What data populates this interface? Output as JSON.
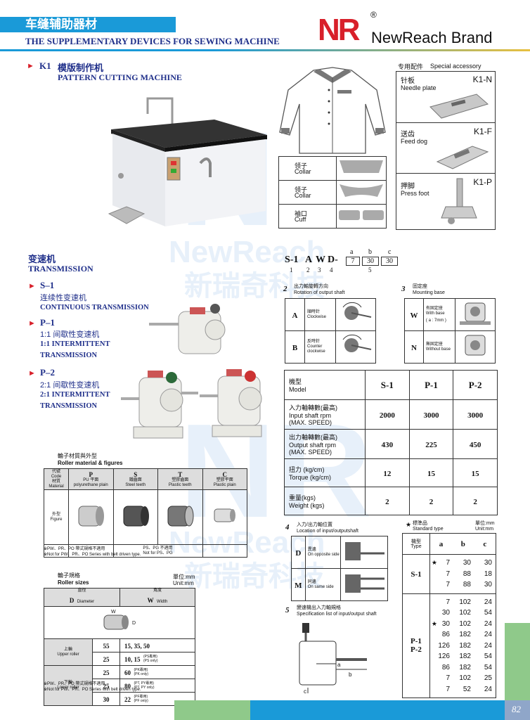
{
  "header": {
    "category_cn": "车缝辅助器材",
    "category_en": "THE SUPPLEMENTARY DEVICES FOR SEWING MACHINE",
    "brand_logo": "NR",
    "registered": "®",
    "brand_name": "NewReach Brand"
  },
  "k1": {
    "code": "K1",
    "title_cn": "模版制作机",
    "title_en": "PATTERN CUTTING MACHINE"
  },
  "samples": [
    {
      "cn": "领子",
      "en": "Collar"
    },
    {
      "cn": "领子",
      "en": "Collar"
    },
    {
      "cn": "袖口",
      "en": "Cuff"
    }
  ],
  "accessory": {
    "title_cn": "专用配件",
    "title_en": "Special accessory",
    "items": [
      {
        "cn": "针板",
        "en": "Needle plate",
        "code": "K1-N"
      },
      {
        "cn": "送齿",
        "en": "Feed dog",
        "code": "K1-F"
      },
      {
        "cn": "押脚",
        "en": "Press foot",
        "code": "K1-P"
      }
    ]
  },
  "transmission": {
    "title_cn": "变速机",
    "title_en": "TRANSMISSION",
    "items": [
      {
        "code": "S–1",
        "cn": "连续性变速机",
        "en": [
          "CONTINUOUS TRANSMISSION"
        ]
      },
      {
        "code": "P–1",
        "cn": "1:1 间歇性变速机",
        "en": [
          "1:1 INTERMITTENT",
          "TRANSMISSION"
        ]
      },
      {
        "code": "P–2",
        "cn": "2:1 间歇性变速机",
        "en": [
          "2:1 INTERMITTENT",
          "TRANSMISSION"
        ]
      }
    ]
  },
  "model_code": {
    "parts": [
      "S-1",
      "A",
      "W",
      "D-"
    ],
    "boxes": [
      "7",
      "30",
      "30"
    ],
    "box_letters": [
      "a",
      "b",
      "c"
    ],
    "numbers": [
      "1",
      "2",
      "3",
      "4",
      "5"
    ]
  },
  "rotation": {
    "num": "2",
    "title_cn": "出力軸旋轉方向",
    "title_en": "Rotation of output shaft",
    "rows": [
      {
        "code": "A",
        "cn": "順時針",
        "en": "Clockwise"
      },
      {
        "code": "B",
        "cn": "反時針",
        "en": "Counter clockwise"
      }
    ]
  },
  "mounting": {
    "num": "3",
    "title_cn": "固定座",
    "title_en": "Mounting base",
    "rows": [
      {
        "code": "W",
        "cn": "有固定座",
        "en": "With base",
        "note": "( a : 7mm )"
      },
      {
        "code": "N",
        "cn": "無固定座",
        "en": "Without base"
      }
    ]
  },
  "spec_table": {
    "headers": [
      "機型",
      "Model",
      "S-1",
      "P-1",
      "P-2"
    ],
    "rows": [
      {
        "label": [
          "入力軸轉數(最高)",
          "Input shaft rpm",
          "(MAX. SPEED)"
        ],
        "values": [
          "2000",
          "3000",
          "3000"
        ]
      },
      {
        "label": [
          "出力軸轉數(最高)",
          "Output shaft rpm",
          "(MAX. SPEED)"
        ],
        "values": [
          "430",
          "225",
          "450"
        ]
      },
      {
        "label": [
          "扭力 (kg/cm)",
          "Torque (kg/cm)"
        ],
        "values": [
          "12",
          "15",
          "15"
        ]
      },
      {
        "label": [
          "重量(kgs)",
          "Weight (kgs)"
        ],
        "values": [
          "2",
          "2",
          "2"
        ]
      }
    ]
  },
  "roller_material": {
    "title_cn": "輪子材質與外型",
    "title_en": "Roller material & figures",
    "header_label": [
      "代號",
      "Code",
      "材質",
      "Material"
    ],
    "codes": [
      "P",
      "S",
      "T",
      "C"
    ],
    "materials_cn": [
      "PU 平面",
      "鐵齒面",
      "塑膠齒面",
      "塑膠平面"
    ],
    "materials_en": [
      "polyurethane plain",
      "Steel teeth",
      "Plastic teeth",
      "Plastic plain"
    ],
    "figure_label": [
      "外型",
      "Figure"
    ],
    "note_in": [
      "PS、PG 不適用",
      "Not for PS、PG"
    ],
    "notes": [
      "※PW、PR、PO 帶式規格不適用",
      "※Not for PW、PR、PO Series with belt driven type."
    ]
  },
  "roller_sizes": {
    "title_cn": "輪子規格",
    "title_en": "Roller sizes",
    "unit": [
      "單位:mm",
      "Unit:mm"
    ],
    "col_d": [
      "直徑",
      "D",
      "Diameter"
    ],
    "col_w": [
      "寬度",
      "W",
      "Width"
    ],
    "fig_labels": [
      "W",
      "D"
    ],
    "upper_label": [
      "上輪",
      "Upper roller"
    ],
    "lower_label": [
      "下輪",
      "Lower roller"
    ],
    "rows": [
      {
        "d": "55",
        "w": "15, 35, 50",
        "note": ""
      },
      {
        "d": "25",
        "w": "10, 15",
        "note": "(PS專用)\n(PS only)"
      },
      {
        "d": "25",
        "w": "60",
        "note": "(PK專用)\n(PK only)"
      },
      {
        "d": "25",
        "w": "80",
        "note": "(PT, PY專用)\n(PT, PY only)"
      },
      {
        "d": "30",
        "w": "22",
        "note": "(PF專用)\n(PF only)"
      }
    ],
    "notes": [
      "※PW、PR、PO 帶式規格不適用",
      "※Not for PW、PR、PO Series with belt driven type."
    ]
  },
  "location": {
    "num": "4",
    "title_cn": "入力/出力軸位置",
    "title_en": "Location of input/outputshaft",
    "rows": [
      {
        "code": "D",
        "cn": "異邊",
        "en": "On opposite side"
      },
      {
        "code": "M",
        "cn": "同邊",
        "en": "On same side"
      }
    ]
  },
  "spec_list": {
    "num": "5",
    "title_cn": "變速機出入力軸規格",
    "title_en": "Specification list of input/output shaft",
    "dims": [
      "a",
      "b",
      "c"
    ]
  },
  "standard": {
    "title_cn": "標準品",
    "title_en": "Standard type",
    "unit": [
      "單位:mm",
      "Unit:mm"
    ],
    "type_label": [
      "機型",
      "Type"
    ],
    "cols": [
      "a",
      "b",
      "c"
    ],
    "s1_label": "S-1",
    "s1_rows": [
      {
        "star": true,
        "a": "7",
        "b": "30",
        "c": "30"
      },
      {
        "star": false,
        "a": "7",
        "b": "88",
        "c": "18"
      },
      {
        "star": false,
        "a": "7",
        "b": "88",
        "c": "30"
      }
    ],
    "p_label": [
      "P-1",
      "P-2"
    ],
    "p_rows": [
      {
        "star": false,
        "a": "7",
        "b": "102",
        "c": "24"
      },
      {
        "star": false,
        "a": "30",
        "b": "102",
        "c": "54"
      },
      {
        "star": true,
        "a": "30",
        "b": "102",
        "c": "24"
      },
      {
        "star": false,
        "a": "86",
        "b": "182",
        "c": "24"
      },
      {
        "star": false,
        "a": "126",
        "b": "182",
        "c": "24"
      },
      {
        "star": false,
        "a": "126",
        "b": "182",
        "c": "54"
      },
      {
        "star": false,
        "a": "86",
        "b": "182",
        "c": "54"
      },
      {
        "star": false,
        "a": "7",
        "b": "102",
        "c": "25"
      },
      {
        "star": false,
        "a": "7",
        "b": "52",
        "c": "24"
      }
    ]
  },
  "footer": {
    "page": "82"
  },
  "watermark": {
    "logo": "NR",
    "en": "NewReach",
    "cn": "新瑞奇科技"
  },
  "colors": {
    "blue": "#1a9ad8",
    "navy": "#1f2f8a",
    "red": "#d8202a",
    "green": "#8fc98a"
  }
}
